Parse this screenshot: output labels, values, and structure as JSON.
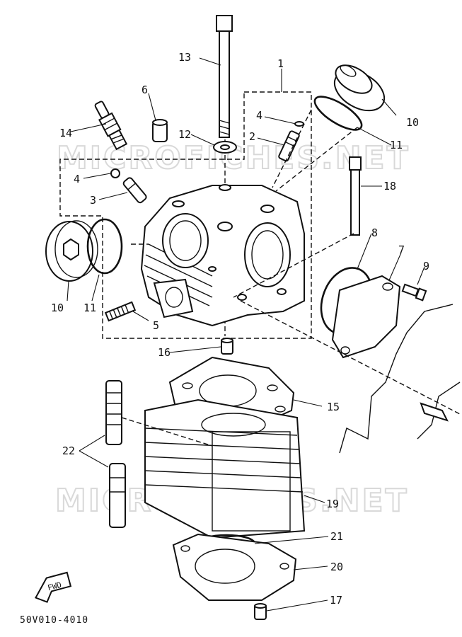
{
  "watermark": [
    "MICROFICHES.NET",
    "MICROFICHES.NET"
  ],
  "diagram_code": "50V010-4010",
  "fwd_label": "FWD",
  "callouts": [
    {
      "id": "1",
      "text": "1"
    },
    {
      "id": "2",
      "text": "2"
    },
    {
      "id": "3",
      "text": "3"
    },
    {
      "id": "4a",
      "text": "4"
    },
    {
      "id": "4b",
      "text": "4"
    },
    {
      "id": "5",
      "text": "5"
    },
    {
      "id": "6",
      "text": "6"
    },
    {
      "id": "7",
      "text": "7"
    },
    {
      "id": "8",
      "text": "8"
    },
    {
      "id": "9",
      "text": "9"
    },
    {
      "id": "10a",
      "text": "10"
    },
    {
      "id": "10b",
      "text": "10"
    },
    {
      "id": "11a",
      "text": "11"
    },
    {
      "id": "11b",
      "text": "11"
    },
    {
      "id": "12",
      "text": "12"
    },
    {
      "id": "13",
      "text": "13"
    },
    {
      "id": "14",
      "text": "14"
    },
    {
      "id": "15",
      "text": "15"
    },
    {
      "id": "16",
      "text": "16"
    },
    {
      "id": "17",
      "text": "17"
    },
    {
      "id": "18",
      "text": "18"
    },
    {
      "id": "19",
      "text": "19"
    },
    {
      "id": "20",
      "text": "20"
    },
    {
      "id": "21",
      "text": "21"
    },
    {
      "id": "22",
      "text": "22"
    }
  ]
}
